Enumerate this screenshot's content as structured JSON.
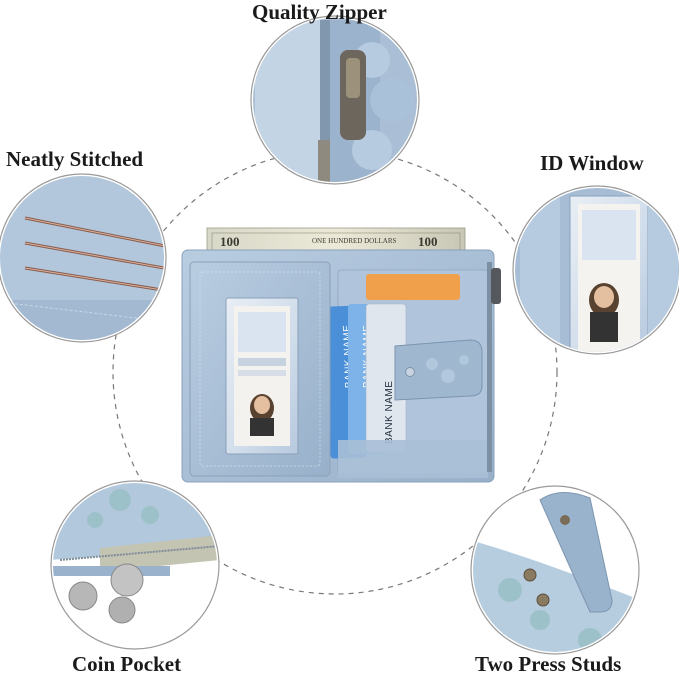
{
  "labels": {
    "quality_zipper": "Quality Zipper",
    "neatly_stitched": "Neatly Stitched",
    "id_window": "ID Window",
    "coin_pocket": "Coin Pocket",
    "two_press_studs": "Two Press Studs"
  },
  "cards": {
    "card1": "BANK NAME",
    "card2": "BANK NAME",
    "card3": "BANK NAME"
  },
  "bill": {
    "denomination": "100",
    "text": "ONE HUNDRED DOLLARS"
  },
  "colors": {
    "wallet_blue": "#a9bfd6",
    "wallet_dark": "#8aa4bf",
    "card_blue": "#4a8fd8",
    "card_orange": "#f0a04a"
  }
}
